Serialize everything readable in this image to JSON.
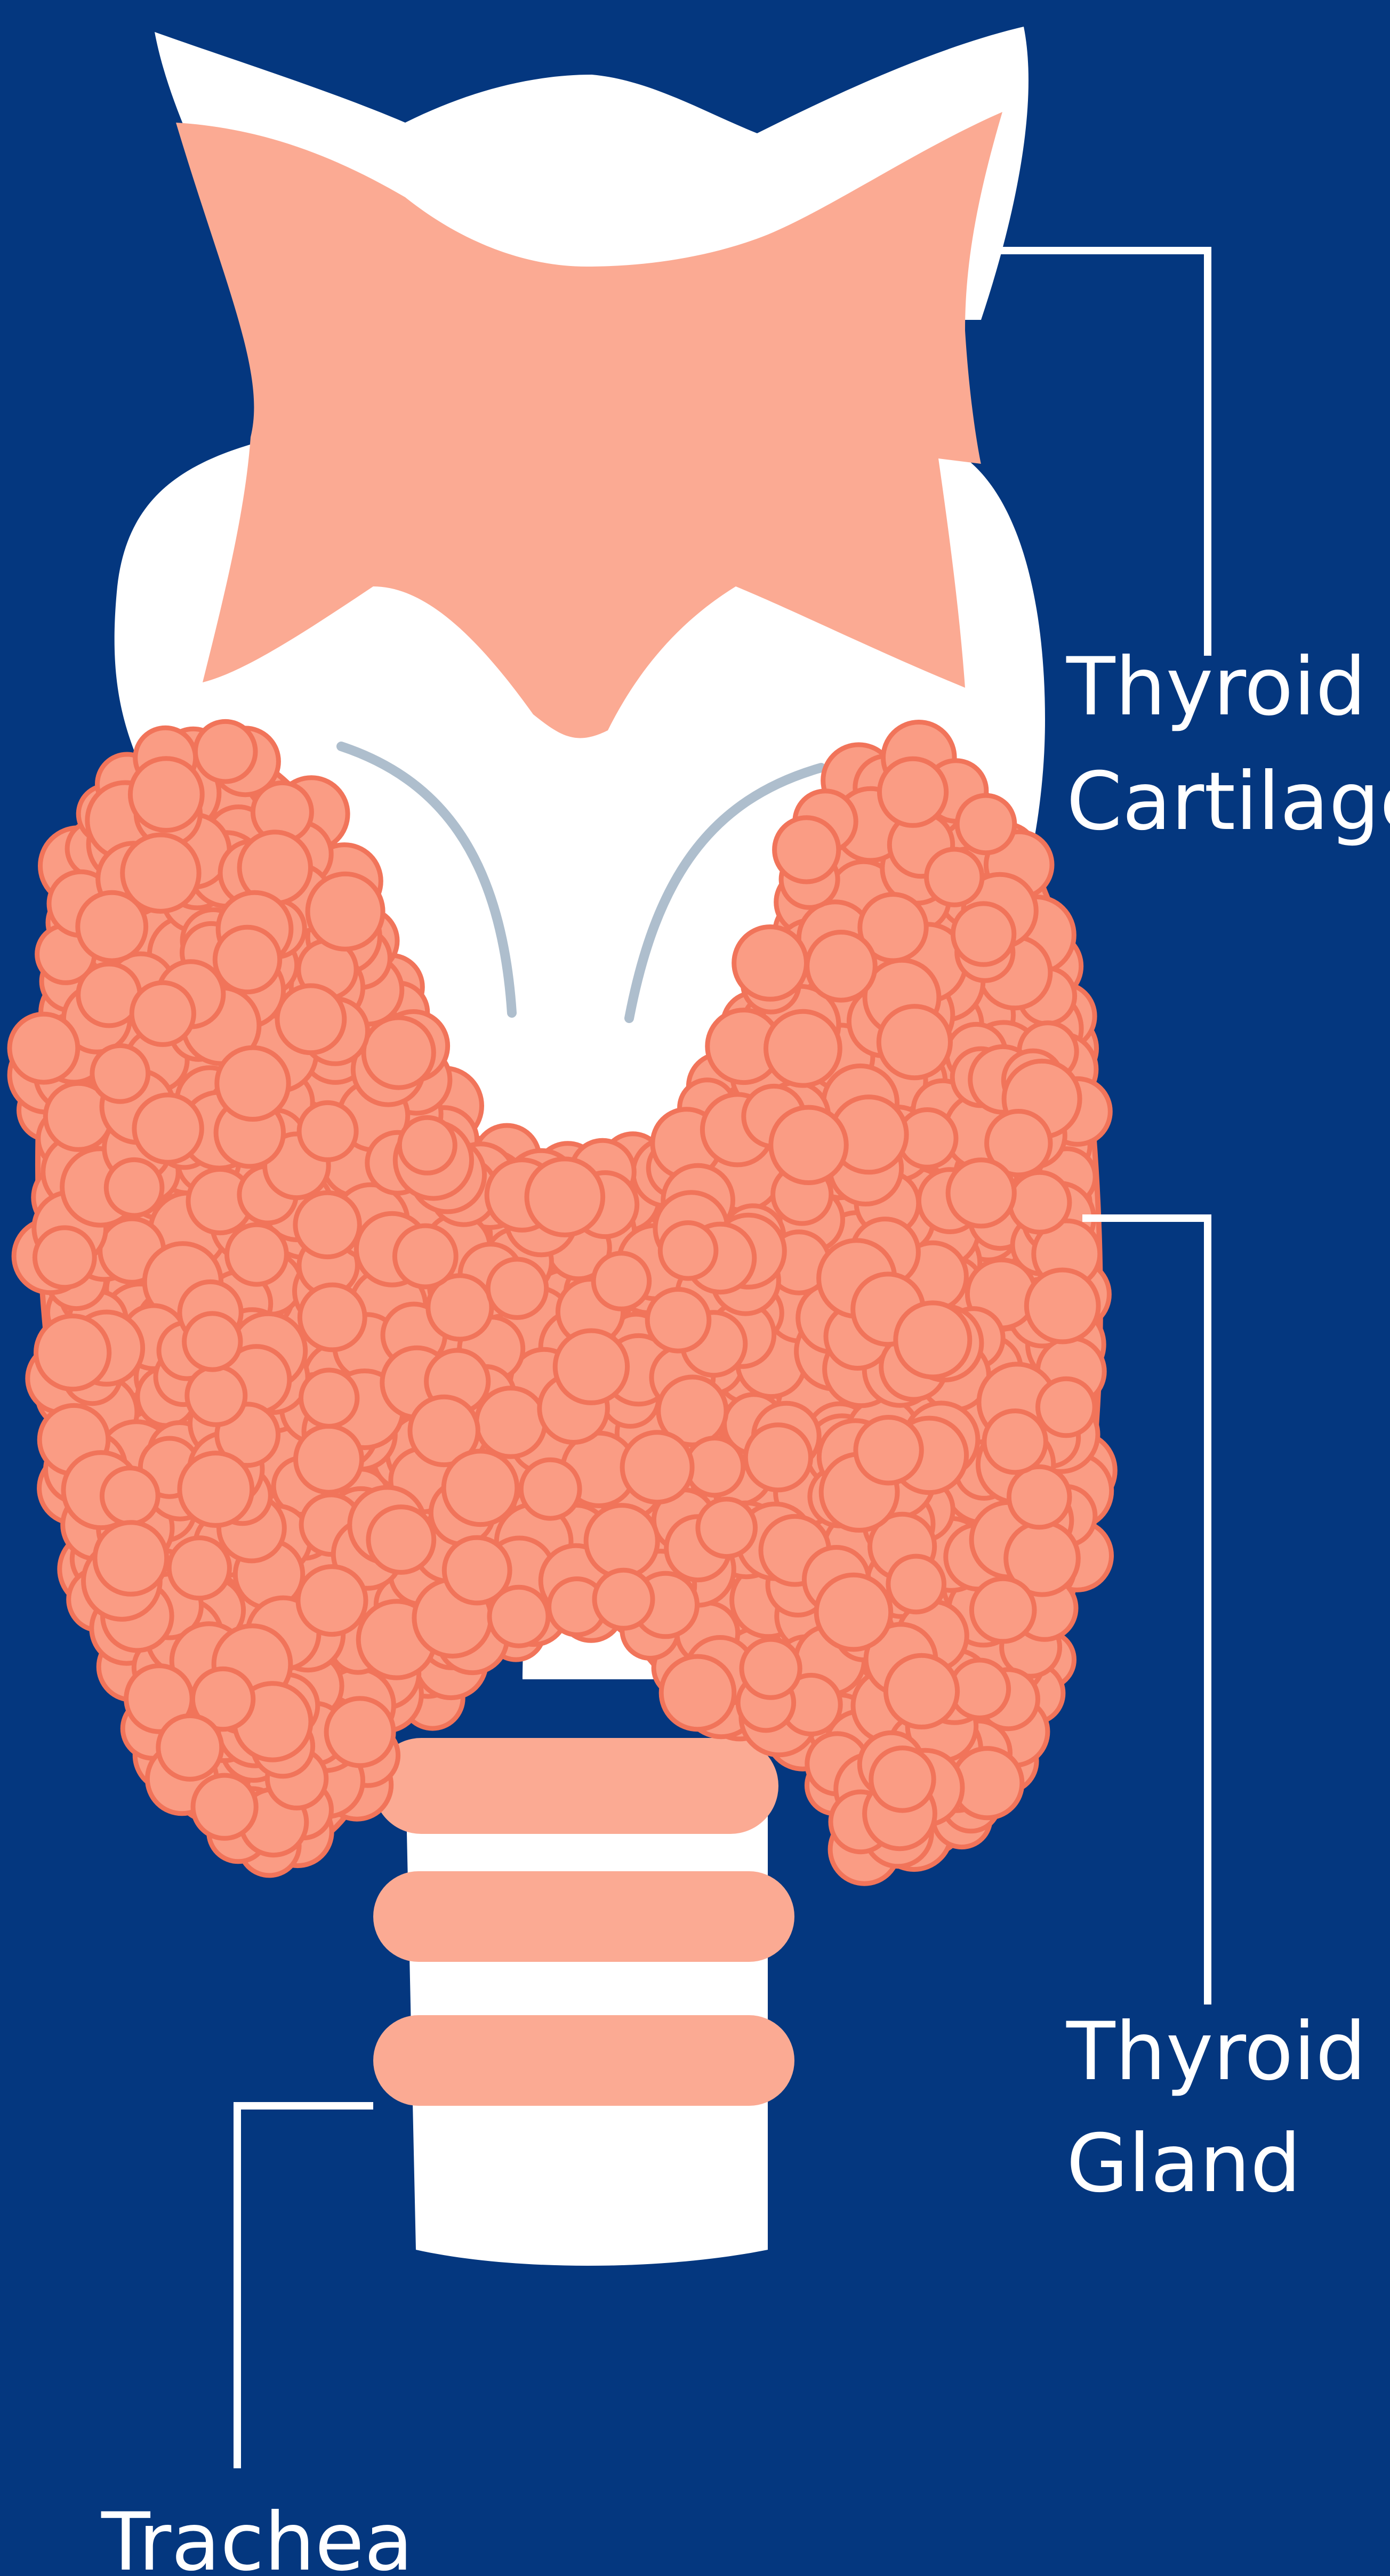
{
  "colors": {
    "background": "#04377f",
    "cartilage": "#fbaa93",
    "gland_fill": "#fa9c84",
    "gland_outline": "#f1745a",
    "structure": "#ffffff",
    "shading": "#aebecd",
    "leader_line": "#ffffff",
    "label": "#ffffff"
  },
  "labels": {
    "thyroid_cartilage": [
      "Thyroid",
      "Cartilage"
    ],
    "thyroid_gland": [
      "Thyroid",
      "Gland"
    ],
    "trachea": "Trachea"
  }
}
